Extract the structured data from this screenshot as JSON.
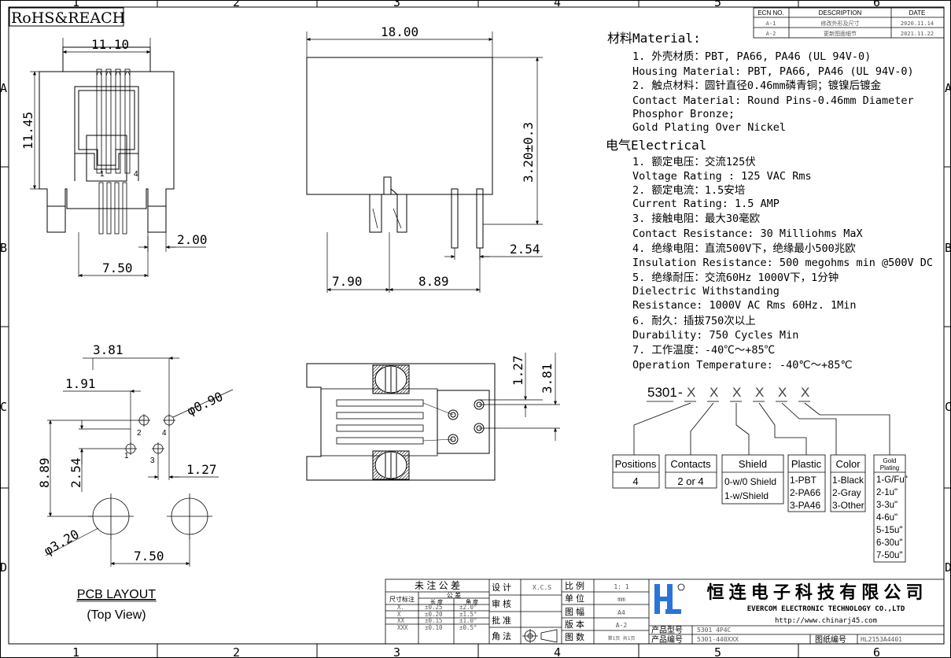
{
  "frame": {
    "top_numbers": [
      "1",
      "2",
      "3",
      "4",
      "5",
      "6"
    ],
    "bottom_numbers": [
      "1",
      "2",
      "3",
      "4",
      "5",
      "6"
    ],
    "left_letters": [
      "A",
      "B",
      "C",
      "D"
    ],
    "right_letters": [
      "A",
      "B",
      "C",
      "D"
    ]
  },
  "rohs": "RoHS&REACH",
  "ecn_table": {
    "headers": [
      "ECN NO.",
      "DESCRIPTION",
      "DATE"
    ],
    "rows": [
      [
        "A-1",
        "修改外形及尺寸",
        "2020.11.14"
      ],
      [
        "A-2",
        "更新图面细节",
        "2021.11.22"
      ]
    ]
  },
  "front_view": {
    "width": "11.10",
    "height": "11.45",
    "pitch": "7.50",
    "pin_offset": "2.00",
    "pin1": "1",
    "pin4": "4"
  },
  "side_view": {
    "length": "18.00",
    "height": "3.20±0.3",
    "pitch": "2.54",
    "left": "7.90",
    "mid": "8.89"
  },
  "bottom_view": {
    "d1": "1.27",
    "d2": "3.81"
  },
  "pcb_layout": {
    "d_381": "3.81",
    "d_191": "1.91",
    "d_090": "φ0.90",
    "d_889": "8.89",
    "d_254": "2.54",
    "d_127": "1.27",
    "d_320": "φ3.20",
    "d_750": "7.50",
    "hole1": "1",
    "hole2": "2",
    "hole3": "3",
    "hole4": "4",
    "title": "PCB LAYOUT",
    "subtitle": "(Top View)"
  },
  "spec": {
    "material_title": "材料Material:",
    "material_lines": [
      "1. 外壳材质：PBT, PA66, PA46 (UL 94V-0)",
      "   Housing Material: PBT, PA66, PA46 (UL 94V-0)",
      "2. 触点材料：圆针直径0.46mm磷青铜；镀镍后镀金",
      "   Contact Material: Round Pins-0.46mm Diameter",
      "                     Phosphor Bronze;",
      "                     Gold Plating Over Nickel"
    ],
    "electrical_title": "电气Electrical",
    "electrical_lines": [
      "1. 额定电压：交流125伏",
      "   Voltage Rating : 125 VAC Rms",
      "2. 额定电流：1.5安培",
      "   Current Rating: 1.5 AMP",
      "3. 接触电阻：最大30毫欧",
      "   Contact Resistance: 30 Milliohms MaX",
      "4. 绝缘电阻：直流500V下，绝缘最小500兆欧",
      "   Insulation Resistance: 500 megohms min @500V DC",
      "5. 绝缘耐压：交流60Hz 1000V下，1分钟",
      "   Dielectric Withstanding",
      "                Resistance: 1000V AC Rms 60Hz. 1Min",
      "6. 耐久：插拔750次以上",
      "   Durability: 750 Cycles Min",
      "7. 工作温度：-40℃～+85℃",
      "   Operation Temperature: -40℃～+85℃"
    ]
  },
  "part_code": {
    "prefix": "5301",
    "separator": "-",
    "placeholder": "X",
    "boxes": [
      {
        "title": "Positions",
        "lines": [
          "4"
        ]
      },
      {
        "title": "Contacts",
        "lines": [
          "2 or 4"
        ]
      },
      {
        "title": "Shield",
        "lines": [
          "0-w/0 Shield",
          "1-w/Shield"
        ]
      },
      {
        "title": "Plastic",
        "lines": [
          "1-PBT",
          "2-PA66",
          "3-PA46"
        ]
      },
      {
        "title": "Color",
        "lines": [
          "1-Black",
          "2-Gray",
          "3-Other"
        ]
      },
      {
        "title": "Gold Plating",
        "title_lines": [
          "Gold",
          "Plating"
        ],
        "lines": [
          "1-G/Fu\"",
          "2-1u\"",
          "3-3u\"",
          "4-6u\"",
          "5-15u\"",
          "6-30u\"",
          "7-50u\""
        ]
      }
    ]
  },
  "title_block": {
    "tol_title": "未 注 公 差",
    "tol_head": [
      "尺寸标注",
      "公 差",
      "长 度",
      "角 度"
    ],
    "tol_rows": [
      [
        "X.",
        "±0.25",
        "±2.0°"
      ],
      [
        "X",
        "±0.20",
        "±1.5°"
      ],
      [
        "XX",
        "±0.15",
        "±1.0°"
      ],
      [
        "XXX",
        "±0.10",
        "±0.5°"
      ]
    ],
    "roles": [
      "设 计",
      "审 核",
      "批 准",
      "角 法"
    ],
    "designer": "X.C.S",
    "props": [
      [
        "比 例",
        "1: 1"
      ],
      [
        "单 位",
        "mm"
      ],
      [
        "图 幅",
        "A4"
      ],
      [
        "版 本",
        "A-2"
      ],
      [
        "图 数",
        "第1页 共1页"
      ]
    ],
    "company_cn": "恒 连 电 子 科 技 有 限 公 司",
    "company_en": "EVERCOM ELECTRONIC TECHNOLOGY CO.,LTD",
    "website": "http://www.chinarj45.com",
    "product_type_label": "产品型号",
    "product_type": "5301 4P4C",
    "product_no_label": "产品编号",
    "product_no": "5301-440XXX",
    "drawing_no_label": "图纸编号",
    "drawing_no": "HL2153A4401"
  }
}
